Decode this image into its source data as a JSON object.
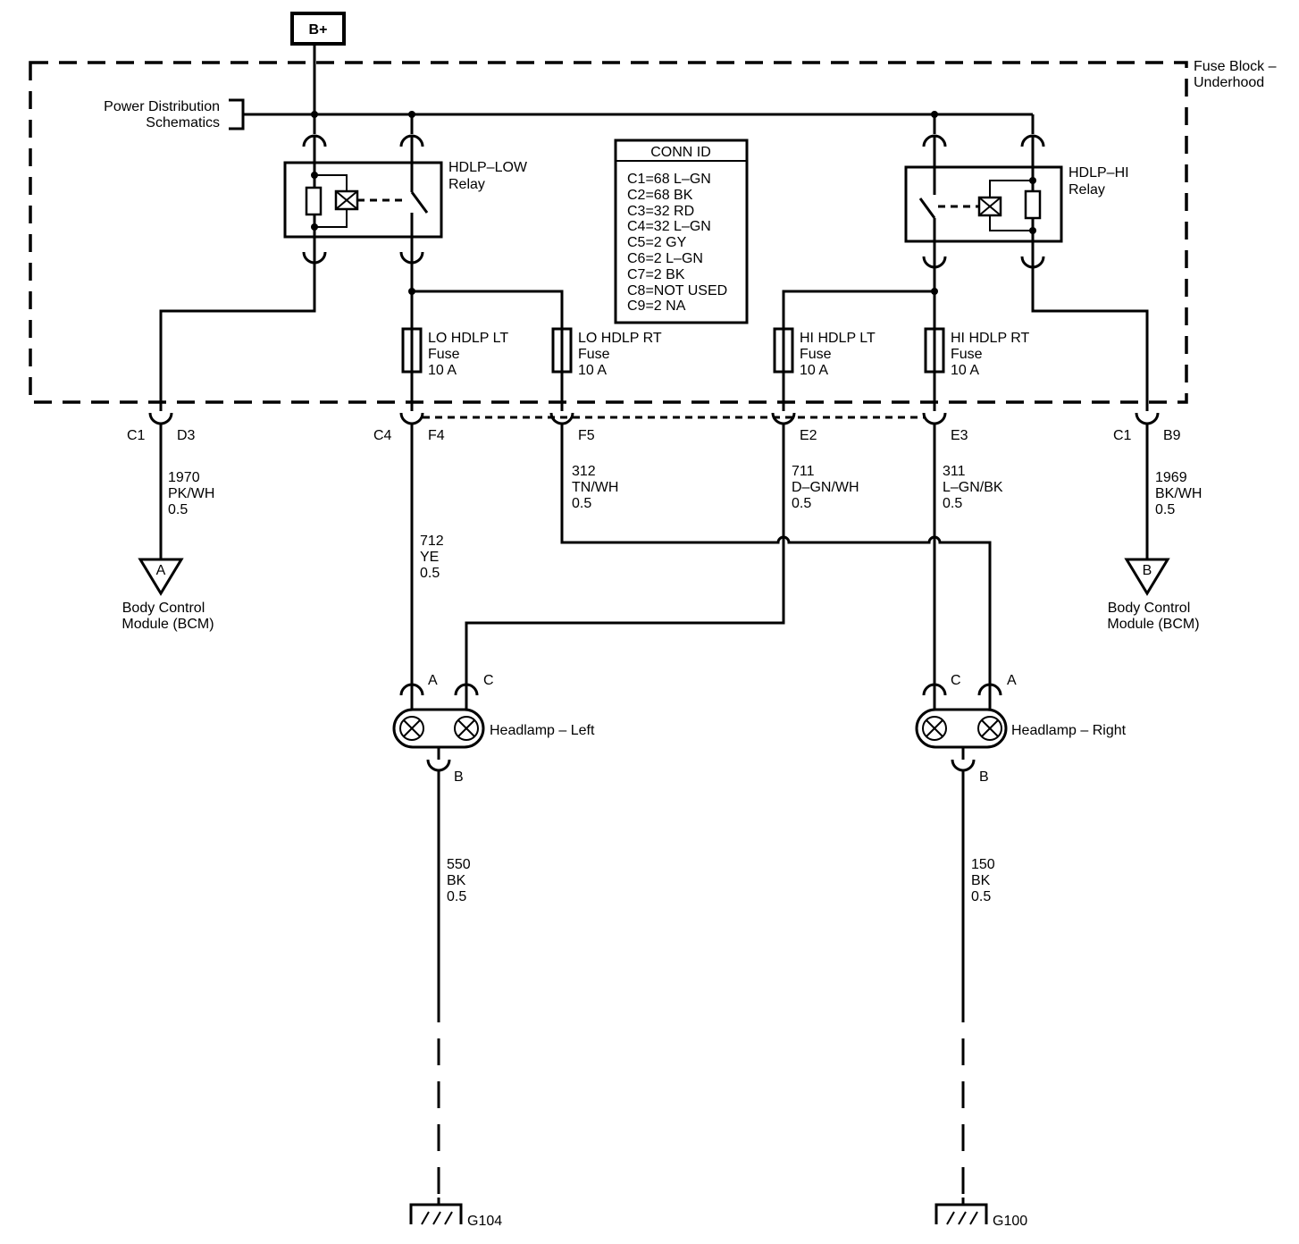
{
  "battery": {
    "label": "B+"
  },
  "fuse_block": {
    "line1": "Fuse Block –",
    "line2": "Underhood"
  },
  "power_distribution": {
    "line1": "Power Distribution",
    "line2": "Schematics"
  },
  "relays": {
    "low": {
      "line1": "HDLP–LOW",
      "line2": "Relay"
    },
    "high": {
      "line1": "HDLP–HI",
      "line2": "Relay"
    }
  },
  "conn_id": {
    "title": "CONN ID",
    "items": [
      "C1=68 L–GN",
      "C2=68 BK",
      "C3=32 RD",
      "C4=32 L–GN",
      "C5=2 GY",
      "C6=2 L–GN",
      "C7=2 BK",
      "C8=NOT USED",
      "C9=2 NA"
    ]
  },
  "fuses": [
    {
      "name": "LO HDLP LT",
      "type": "Fuse",
      "rating": "10 A"
    },
    {
      "name": "LO HDLP RT",
      "type": "Fuse",
      "rating": "10 A"
    },
    {
      "name": "HI HDLP LT",
      "type": "Fuse",
      "rating": "10 A"
    },
    {
      "name": "HI HDLP RT",
      "type": "Fuse",
      "rating": "10 A"
    }
  ],
  "connectors": {
    "c1_left": "C1",
    "d3": "D3",
    "c4": "C4",
    "f4": "F4",
    "f5": "F5",
    "e2": "E2",
    "e3": "E3",
    "c1_right": "C1",
    "b9": "B9"
  },
  "wires": {
    "w1970": {
      "circuit": "1970",
      "color": "PK/WH",
      "size": "0.5"
    },
    "w712": {
      "circuit": "712",
      "color": "YE",
      "size": "0.5"
    },
    "w312": {
      "circuit": "312",
      "color": "TN/WH",
      "size": "0.5"
    },
    "w711": {
      "circuit": "711",
      "color": "D–GN/WH",
      "size": "0.5"
    },
    "w311": {
      "circuit": "311",
      "color": "L–GN/BK",
      "size": "0.5"
    },
    "w1969": {
      "circuit": "1969",
      "color": "BK/WH",
      "size": "0.5"
    },
    "w550": {
      "circuit": "550",
      "color": "BK",
      "size": "0.5"
    },
    "w150": {
      "circuit": "150",
      "color": "BK",
      "size": "0.5"
    }
  },
  "bcm": {
    "left": {
      "pin": "A",
      "line1": "Body Control",
      "line2": "Module (BCM)"
    },
    "right": {
      "pin": "B",
      "line1": "Body Control",
      "line2": "Module (BCM)"
    }
  },
  "headlamps": {
    "left": {
      "label": "Headlamp – Left",
      "pin_a": "A",
      "pin_c": "C",
      "pin_b": "B"
    },
    "right": {
      "label": "Headlamp – Right",
      "pin_c": "C",
      "pin_a": "A",
      "pin_b": "B"
    }
  },
  "grounds": {
    "left": "G104",
    "right": "G100"
  }
}
